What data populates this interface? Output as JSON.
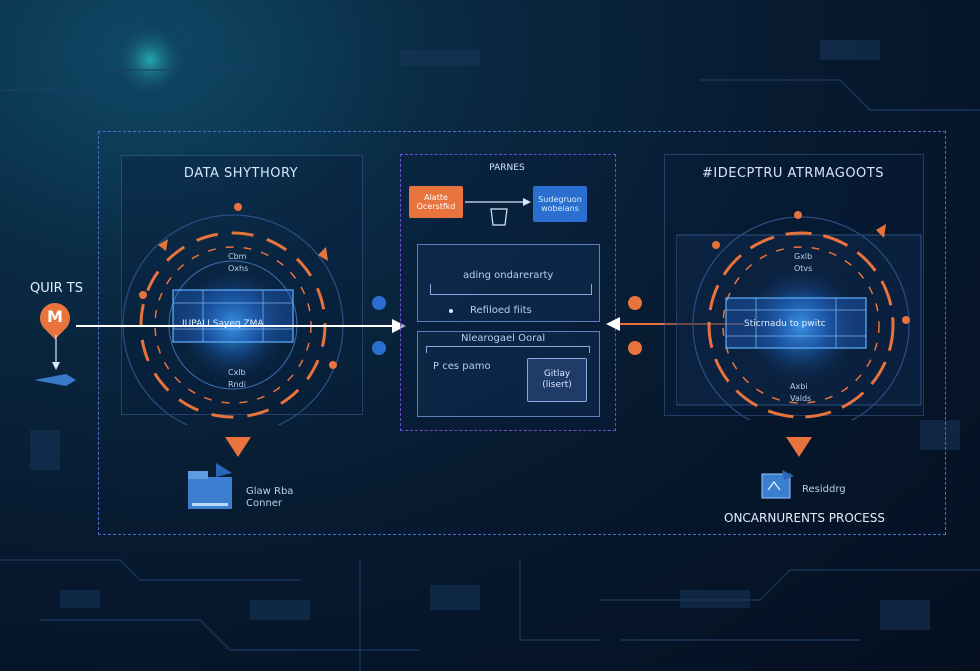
{
  "left_panel": {
    "title": "DATA SHYTHORY",
    "core_label": "IUPALI Sayeq ZMA",
    "annotations": [
      "Cbm",
      "Oxhs",
      "Cxlb",
      "Rndi"
    ]
  },
  "center_panel": {
    "title": "PARNES",
    "orange_box": "Alatte Ocerstfkd",
    "blue_box": "Sudegruon wobeians",
    "row1": "ading ondarerarty",
    "row2": "Refiloed fiits",
    "row3": "Nlearogael Ooral",
    "row4": "P ces pamo",
    "card": "Gitlay (lisert)"
  },
  "right_panel": {
    "title": "#IDECPTRU ATRMAGOOTS",
    "core_label": "Sticrnadu to pwitc",
    "annotations": [
      "Gxlb",
      "Otvs",
      "Axbi",
      "Valds"
    ]
  },
  "left_input_label": "QUIR TS",
  "left_marker_letter": "M",
  "left_output": "Glaw Rba Conner",
  "right_output": "Residdrg",
  "right_bottom_title": "ONCARNURENTS PROCESS",
  "colors": {
    "accent_orange": "#e8733c",
    "accent_blue": "#2f7fe0",
    "panel_border": "#4a6fd1"
  }
}
